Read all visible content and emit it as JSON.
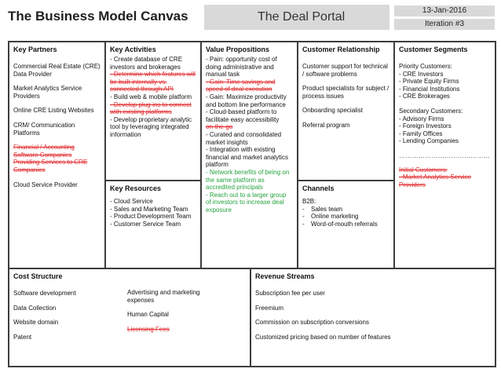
{
  "header": {
    "title": "The Business Model Canvas",
    "product": "The Deal Portal",
    "date": "13-Jan-2016",
    "iteration": "Iteration  #3"
  },
  "key_partners": {
    "title": "Key Partners",
    "items": [
      {
        "text": "Commercial Real Estate (CRE) Data Provider",
        "style": "normal"
      },
      {
        "text": "Market Analytics Service Providers",
        "style": "normal"
      },
      {
        "text": "Online CRE Listing Websites",
        "style": "normal"
      },
      {
        "text": "CRM/ Communication Platforms",
        "style": "normal"
      },
      {
        "text": "Financial / Accounting Software Companies",
        "style": "strike"
      },
      {
        "text": "Providing Services to CRE Companies",
        "style": "strike"
      },
      {
        "text": "Cloud Service Provider",
        "style": "normal"
      }
    ]
  },
  "key_activities": {
    "title": "Key Activities",
    "items": [
      {
        "text": "- Create database of CRE investors and brokerages",
        "style": "normal"
      },
      {
        "text": "- Determine which features will be built internally vs. connected through API",
        "style": "strike"
      },
      {
        "text": "- Build web & mobile platform",
        "style": "normal"
      },
      {
        "text": "- Develop plug-ins to connect with existing platforms",
        "style": "strike"
      },
      {
        "text": "- Develop proprietary analytic tool by leveraging integrated information",
        "style": "normal"
      }
    ]
  },
  "key_resources": {
    "title": "Key Resources",
    "items": [
      {
        "text": "- Cloud Service",
        "style": "normal"
      },
      {
        "text": "- Sales and Marketing Team",
        "style": "normal"
      },
      {
        "text": "- Product Development Team",
        "style": "normal"
      },
      {
        "text": "- Customer Service Team",
        "style": "normal"
      }
    ]
  },
  "value_propositions": {
    "title": "Value Propositions",
    "items": [
      {
        "text": "- Pain: opportunity cost of doing administrative and manual task",
        "style": "normal"
      },
      {
        "text": "- Gain: Time savings and speed of deal execution",
        "style": "strike"
      },
      {
        "text": "- Gain: Maximize productivity and bottom line performance",
        "style": "normal"
      },
      {
        "text": "- Cloud-based platform to facilitate easy accessibility",
        "style": "normal"
      },
      {
        "text": "on-the-go",
        "style": "strike"
      },
      {
        "text": "- Curated and consolidated market insights",
        "style": "normal"
      },
      {
        "text": "- Integration with existing financial and market analytics platform",
        "style": "normal"
      },
      {
        "text": "- Network benefits of being on the same platform as accredited principals",
        "style": "green"
      },
      {
        "text": "- Reach out to a larger group of investors to increase deal exposure",
        "style": "green"
      }
    ]
  },
  "customer_relationship": {
    "title": "Customer Relationship",
    "items": [
      {
        "text": "Customer support for technical / software problems",
        "style": "normal"
      },
      {
        "text": "Product specialists for subject / process issues",
        "style": "normal"
      },
      {
        "text": "Onboarding specialist",
        "style": "normal"
      },
      {
        "text": "Referral program",
        "style": "normal"
      }
    ]
  },
  "channels": {
    "title": "Channels",
    "intro": "B2B:",
    "items": [
      "Sales team",
      "Online marketing",
      "Word-of-mouth referrals"
    ]
  },
  "customer_segments": {
    "title": "Customer Segments",
    "group1_title": "Priority Customers:",
    "group1": [
      "- CRE Investors",
      "- Private Equity Firms",
      "- Financial Institutions",
      "- CRE Brokerages"
    ],
    "group2_title": "Secondary Customers:",
    "group2": [
      "- Advisory Firms",
      "- Foreign Investors",
      "- Family Offices",
      "- Lending Companies"
    ],
    "divider": "……………………………………",
    "struck_title": "Initial Customers:",
    "struck_item": "- Market Analytics Service Providers"
  },
  "cost_structure": {
    "title": "Cost Structure",
    "left": [
      "Software development",
      "Data Collection",
      "Website domain",
      "Patent"
    ],
    "right": [
      {
        "text": "Advertising and marketing expenses",
        "style": "normal"
      },
      {
        "text": "Human Capital",
        "style": "normal"
      },
      {
        "text": "Licensing Fees",
        "style": "strike"
      }
    ]
  },
  "revenue_streams": {
    "title": "Revenue Streams",
    "items": [
      "Subscription fee per user",
      "Freemium",
      "Commission on subscription conversions",
      "Customized pricing based on number of features"
    ]
  },
  "colors": {
    "border": "#3d3d3d",
    "strike": "#e0262a",
    "green": "#26a33f",
    "header_box": "#d9d9d9"
  }
}
